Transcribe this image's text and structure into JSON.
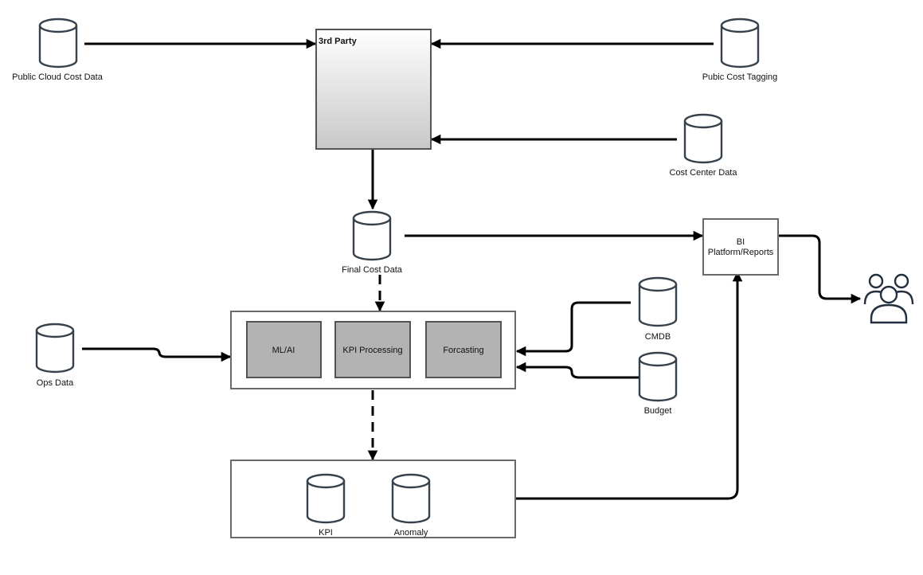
{
  "nodes": {
    "public_cloud_cost": {
      "label": "Public Cloud Cost Data"
    },
    "public_cost_tagging": {
      "label": "Pubic Cost Tagging"
    },
    "cost_center": {
      "label": "Cost Center Data"
    },
    "third_party": {
      "label": "3rd Party"
    },
    "final_cost": {
      "label": "Final Cost Data"
    },
    "bi_platform": {
      "line1": "BI",
      "line2": "Platform/Reports"
    },
    "ops_data": {
      "label": "Ops Data"
    },
    "cmdb": {
      "label": "CMDB"
    },
    "budget": {
      "label": "Budget"
    },
    "ml_ai": {
      "label": "ML/AI"
    },
    "kpi_processing": {
      "label": "KPI Processing"
    },
    "forecasting": {
      "label": "Forcasting"
    },
    "kpi": {
      "label": "KPI"
    },
    "anomaly": {
      "label": "Anomaly"
    }
  },
  "icons": {
    "users": "users-group-icon",
    "database": "database-cylinder-icon"
  },
  "colors": {
    "edge": "#000000",
    "cylinder_stroke": "#36414c",
    "inner_box_fill": "#b3b3b3",
    "third_party_gradient_top": "#ffffff",
    "third_party_gradient_bottom": "#c8c8c8"
  }
}
